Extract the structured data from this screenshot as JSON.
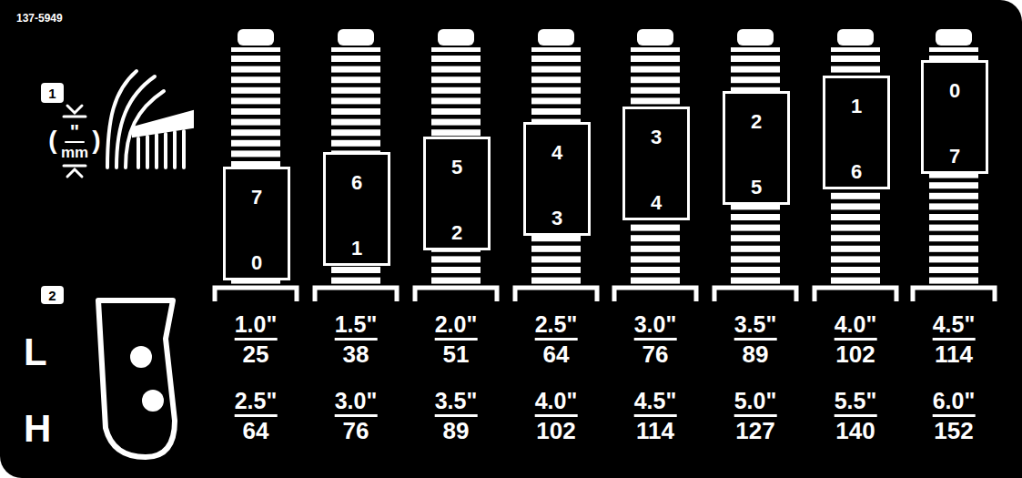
{
  "diagram": {
    "nodes": [
      {
        "text": [
          "1"
        ]
      },
      {
        "text": [
          "7",
          "0"
        ]
      },
      {
        "text": [
          "6",
          "1"
        ]
      },
      {
        "text": [
          "5",
          "2"
        ]
      },
      {
        "text": [
          "4",
          "3"
        ]
      },
      {
        "text": [
          "3",
          "4"
        ]
      },
      {
        "text": [
          "2",
          "5"
        ]
      },
      {
        "text": [
          "1",
          "6"
        ]
      },
      {
        "text": [
          "0",
          "7"
        ]
      },
      {
        "text": [
          "2"
        ]
      }
    ],
    "labels": [
      "137-5949",
      "(",
      "\"",
      "mm",
      ")",
      "L",
      "H",
      "1.0\"",
      "25",
      "1.5\"",
      "38",
      "2.0\"",
      "51",
      "2.5\"",
      "64",
      "3.0\"",
      "76",
      "3.5\"",
      "89",
      "4.0\"",
      "102",
      "4.5\"",
      "114",
      "2.5\"",
      "64",
      "3.0\"",
      "76",
      "3.5\"",
      "89",
      "4.0\"",
      "102",
      "4.5\"",
      "114",
      "5.0\"",
      "127",
      "5.5\"",
      "140",
      "6.0\"",
      "152"
    ]
  }
}
